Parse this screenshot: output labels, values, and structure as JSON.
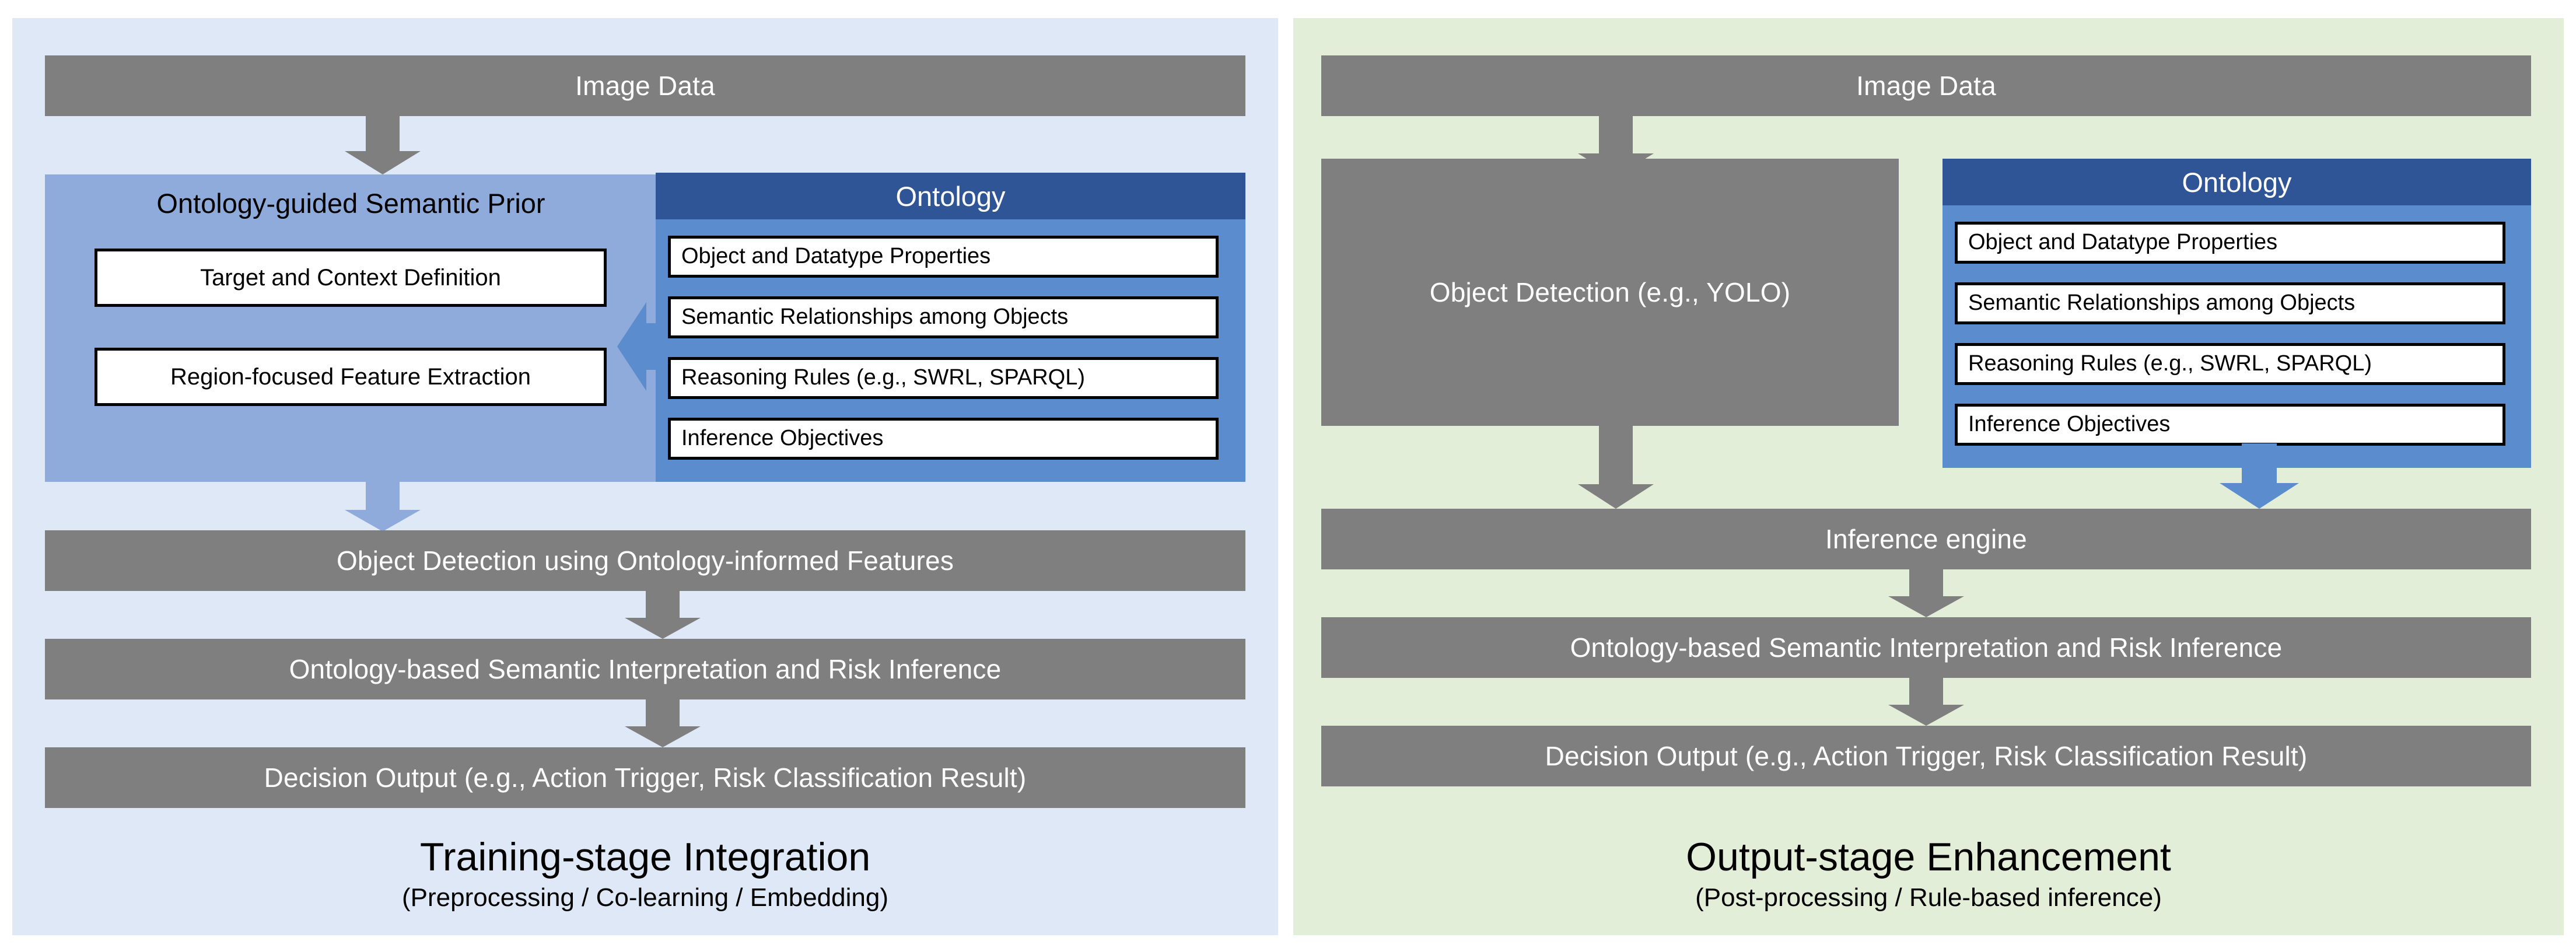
{
  "colors": {
    "left_panel_bg": "#dee8f6",
    "right_panel_bg": "#e3eed9",
    "process_bar": "#7f7f7f",
    "ontology_header": "#2f5596",
    "ontology_body": "#5b8ccd",
    "prior_body": "#8fabdb",
    "arrow_gray": "#7f7f7f",
    "arrow_light_blue": "#8fabdb",
    "arrow_blue": "#5b8ccd",
    "box_border": "#000000",
    "box_fill": "#ffffff",
    "bar_text": "#ffffff",
    "body_text": "#000000"
  },
  "left": {
    "image_data_label": "Image Data",
    "prior": {
      "title": "Ontology-guided Semantic Prior",
      "items": [
        "Target and Context Definition",
        "Region-focused Feature Extraction"
      ]
    },
    "ontology": {
      "title": "Ontology",
      "items": [
        "Object and Datatype Properties",
        "Semantic Relationships among Objects",
        "Reasoning Rules (e.g., SWRL, SPARQL)",
        "Inference Objectives"
      ]
    },
    "bars": [
      "Object Detection using Ontology-informed Features",
      "Ontology-based Semantic Interpretation and Risk Inference",
      "Decision Output (e.g., Action Trigger, Risk Classification Result)"
    ],
    "caption_main": "Training-stage Integration",
    "caption_sub": "(Preprocessing / Co-learning / Embedding)"
  },
  "right": {
    "image_data_label": "Image Data",
    "detection_label": "Object Detection (e.g., YOLO)",
    "ontology": {
      "title": "Ontology",
      "items": [
        "Object and Datatype Properties",
        "Semantic Relationships among Objects",
        "Reasoning Rules (e.g., SWRL, SPARQL)",
        "Inference Objectives"
      ]
    },
    "bars": [
      "Inference engine",
      "Ontology-based Semantic Interpretation and Risk Inference",
      "Decision Output (e.g., Action Trigger, Risk Classification Result)"
    ],
    "caption_main": "Output-stage Enhancement",
    "caption_sub": "(Post-processing / Rule-based inference)"
  }
}
